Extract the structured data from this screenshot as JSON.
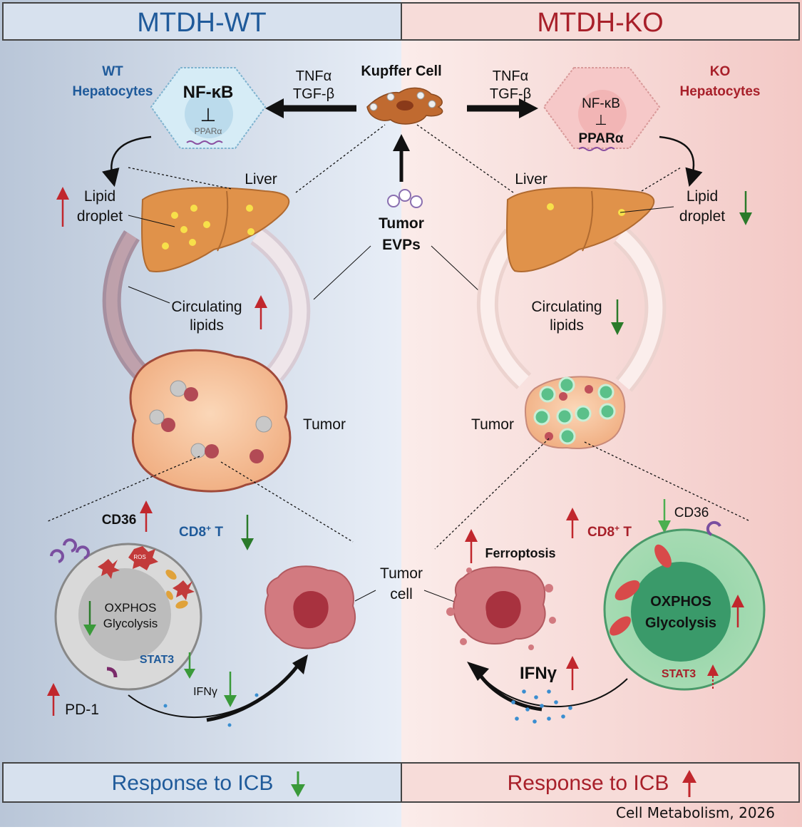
{
  "colors": {
    "wt_blue": "#1f5a9a",
    "ko_red": "#a8202a",
    "up_red": "#c1272d",
    "down_green": "#2a7a2a",
    "light_green": "#4caf50",
    "liver": "#e0924a",
    "tumor": "#f7c49f",
    "tumor_cell": "#c9606a",
    "tcell_grey": "#d9d9d9",
    "tcell_green": "#8fd0a0"
  },
  "header": {
    "wt_title": "MTDH-WT",
    "ko_title": "MTDH-KO"
  },
  "wt": {
    "hepatocytes": [
      "WT",
      "Hepatocytes"
    ],
    "nfkb": "NF-κB",
    "ppara": "PPARα",
    "cytokines": [
      "TNFα",
      "TGF-β"
    ],
    "liver": "Liver",
    "lipid_droplet": [
      "Lipid",
      "droplet"
    ],
    "circulating_lipids": [
      "Circulating",
      "lipids"
    ],
    "tumor": "Tumor",
    "cd36": "CD36",
    "cd8": "CD8",
    "cd8_sup": "+",
    "cd8_t": " T",
    "oxphos": "OXPHOS",
    "glycolysis": "Glycolysis",
    "stat3": "STAT3",
    "ifng": "IFNγ",
    "pd1": "PD-1",
    "ros": "ROS"
  },
  "center": {
    "kupffer": "Kupffer Cell",
    "tumor_evps": [
      "Tumor",
      "EVPs"
    ],
    "tumor_cell": [
      "Tumor",
      "cell"
    ]
  },
  "ko": {
    "hepatocytes": [
      "KO",
      "Hepatocytes"
    ],
    "nfkb": "NF-κB",
    "ppara": "PPARα",
    "cytokines": [
      "TNFα",
      "TGF-β"
    ],
    "liver": "Liver",
    "lipid_droplet": [
      "Lipid",
      "droplet"
    ],
    "circulating_lipids": [
      "Circulating",
      "lipids"
    ],
    "tumor": "Tumor",
    "cd36": "CD36",
    "cd8": "CD8",
    "cd8_sup": "+",
    "cd8_t": " T",
    "ferroptosis": "Ferroptosis",
    "oxphos": "OXPHOS",
    "glycolysis": "Glycolysis",
    "stat3": "STAT3",
    "ifng": "IFNγ"
  },
  "footer": {
    "wt_response": "Response to ICB",
    "ko_response": "Response to ICB",
    "credit": "Cell Metabolism, 2026"
  }
}
